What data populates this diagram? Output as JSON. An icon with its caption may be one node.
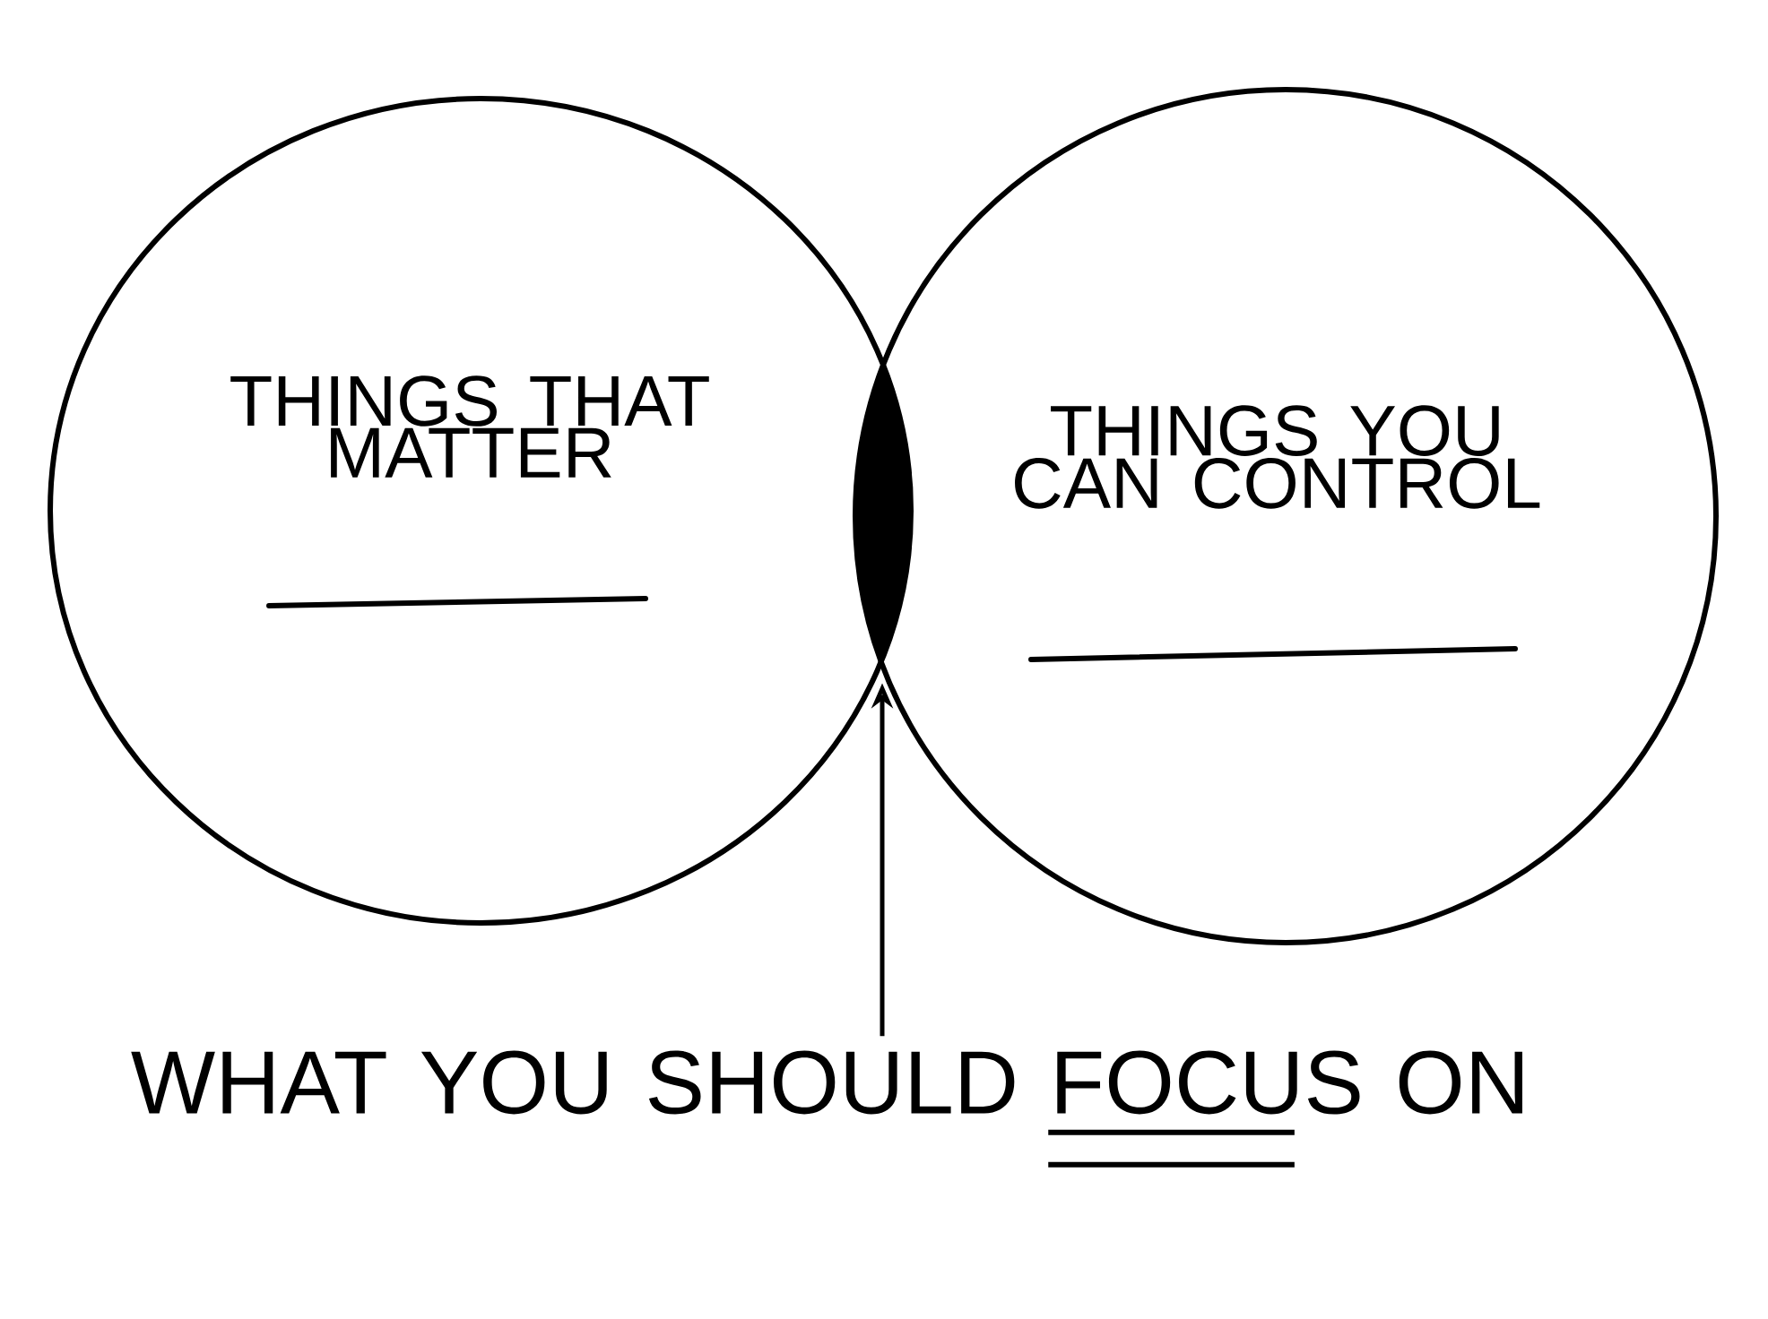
{
  "diagram": {
    "nodes": [
      {
        "text": [
          "THINGS THAT MATTER"
        ]
      },
      {
        "text": [
          "THINGS YOU CAN CONTROL"
        ]
      },
      {
        "text": [],
        "shape": "lens"
      },
      {
        "text": [
          "WHAT YOU SHOULD FOCUS ON"
        ]
      }
    ],
    "edges": [
      {
        "from": 3,
        "to": 2,
        "arrow": "to"
      }
    ]
  }
}
